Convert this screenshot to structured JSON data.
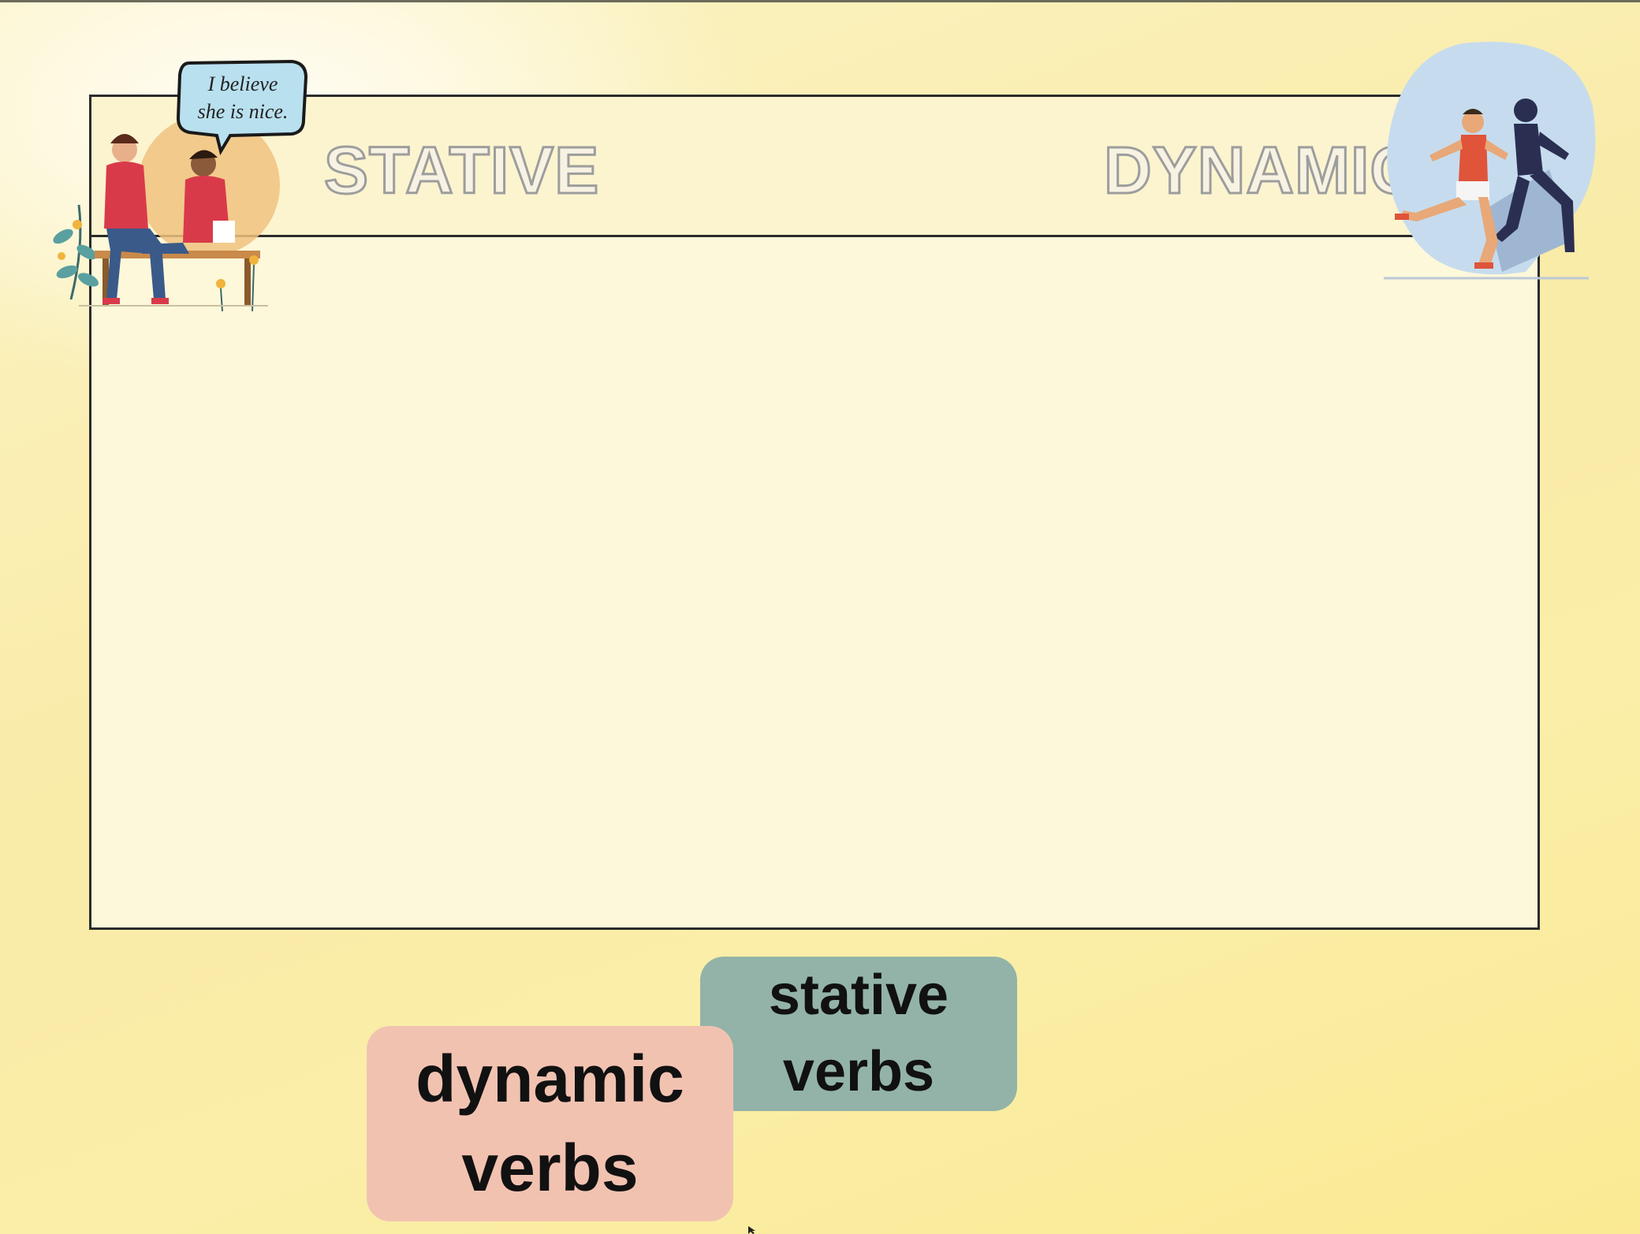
{
  "columns": [
    {
      "title": "STATIVE"
    },
    {
      "title": "DYNAMIC"
    }
  ],
  "speech_bubble": {
    "line1": "I believe",
    "line2": "she is nice."
  },
  "cards": {
    "stative": {
      "line1": "stative",
      "line2": "verbs"
    },
    "dynamic": {
      "line1": "dynamic",
      "line2": "verbs"
    }
  },
  "icons": {
    "left_illustration": "two-friends-chatting-on-bench",
    "right_illustration": "two-people-running",
    "cursor": "mouse-pointer-icon"
  },
  "colors": {
    "background": "#f9eba8",
    "board": "#fdf8da",
    "stative_card": "#93b3a8",
    "dynamic_card": "#f2c2b1"
  }
}
